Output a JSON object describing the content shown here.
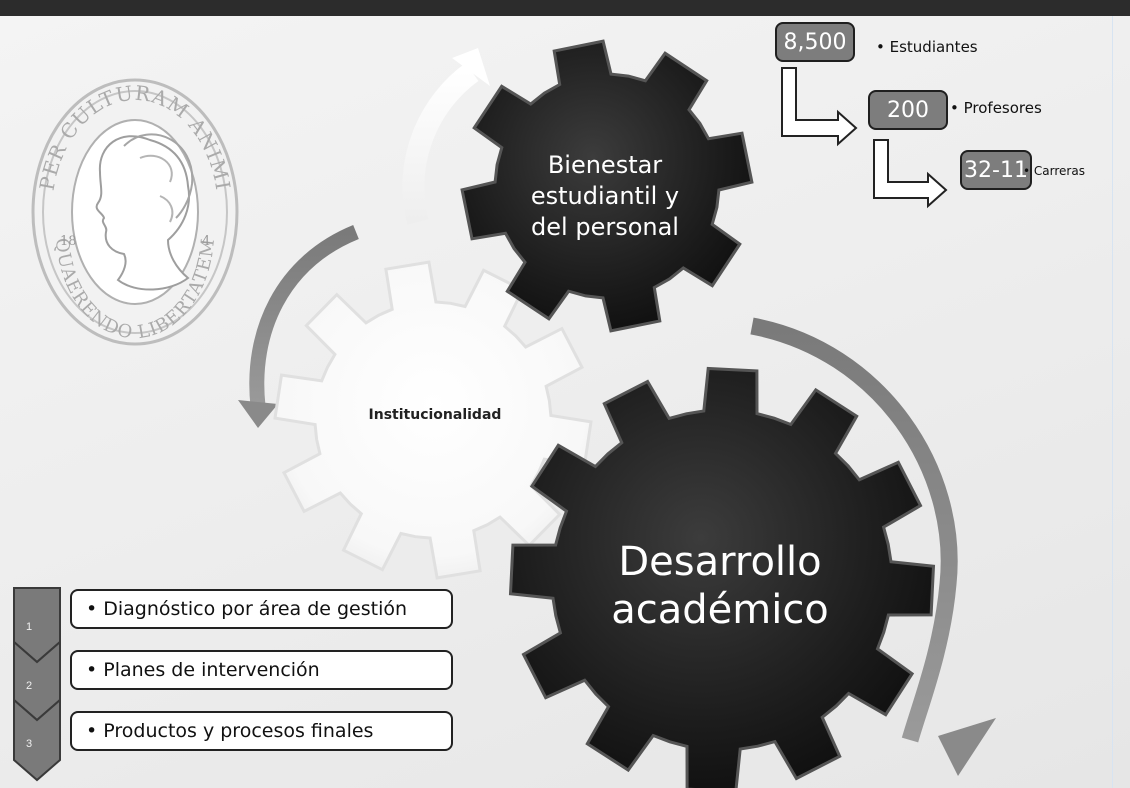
{
  "seal": {
    "top_text": "PER CULTURAM ANIMI",
    "bottom_text": "QUAERENDO LIBERTATEM",
    "year_left": "18",
    "year_right": "4"
  },
  "gears": {
    "bienestar": "Bienestar estudiantil y del personal",
    "institucionalidad": "Institucionalidad",
    "desarrollo": "Desarrollo académico"
  },
  "stats": [
    {
      "value": "8,500",
      "label": "• Estudiantes"
    },
    {
      "value": "200",
      "label": "• Profesores"
    },
    {
      "value": "32-11",
      "label": "• Carreras"
    }
  ],
  "steps": [
    {
      "number": "1",
      "text": "• Diagnóstico por área de gestión"
    },
    {
      "number": "2",
      "text": "• Planes de intervención"
    },
    {
      "number": "3",
      "text": "• Productos y procesos finales"
    }
  ],
  "colors": {
    "dark_gear": "#1d1d1d",
    "light_gear": "#fbfbfb",
    "arrow_gray": "#8f8f8f",
    "stat_box": "#7d7d7d",
    "step_chevron": "#7a7a7a"
  }
}
